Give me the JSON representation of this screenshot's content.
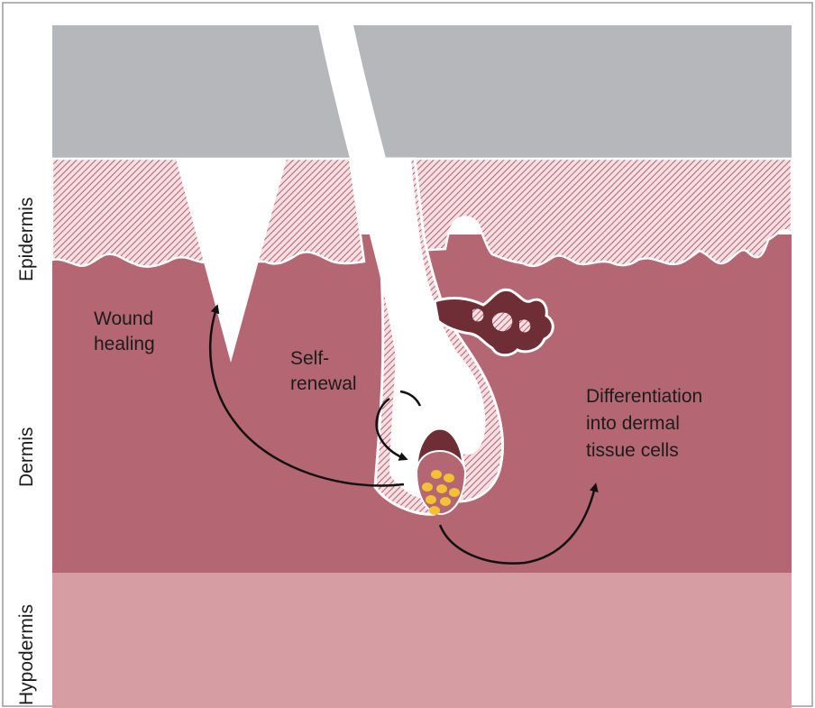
{
  "colors": {
    "sky": "#b5b7bb",
    "epidermis_hatch_bg": "#f4dfe3",
    "epidermis_hatch_line": "#b75f70",
    "dermis": "#b56673",
    "hypodermis": "#d69ea3",
    "follicle": "#ffffff",
    "bulb_dark": "#6f2e35",
    "stem_cells": "#f3c234",
    "arrow": "#111111"
  },
  "layers": {
    "epidermis": "Epidermis",
    "dermis": "Dermis",
    "hypodermis": "Hypodermis"
  },
  "annotations": {
    "wound_line1": "Wound",
    "wound_line2": "healing",
    "self_line1": "Self-",
    "self_line2": "renewal",
    "diff_line1": "Differentiation",
    "diff_line2": "into dermal",
    "diff_line3": "tissue cells"
  },
  "icons": {
    "wound": "wound-notch",
    "follicle": "hair-follicle",
    "gland": "sebaceous-gland",
    "stem": "stem-cell-cluster"
  }
}
